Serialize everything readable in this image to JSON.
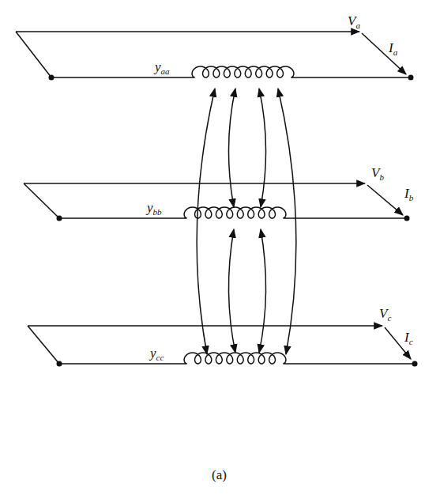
{
  "diagram": {
    "labels": [
      "Va",
      "Ia",
      "yaa",
      "Vb",
      "Ib",
      "ybb",
      "Vc",
      "Ic",
      "ycc",
      "(a)"
    ]
  }
}
